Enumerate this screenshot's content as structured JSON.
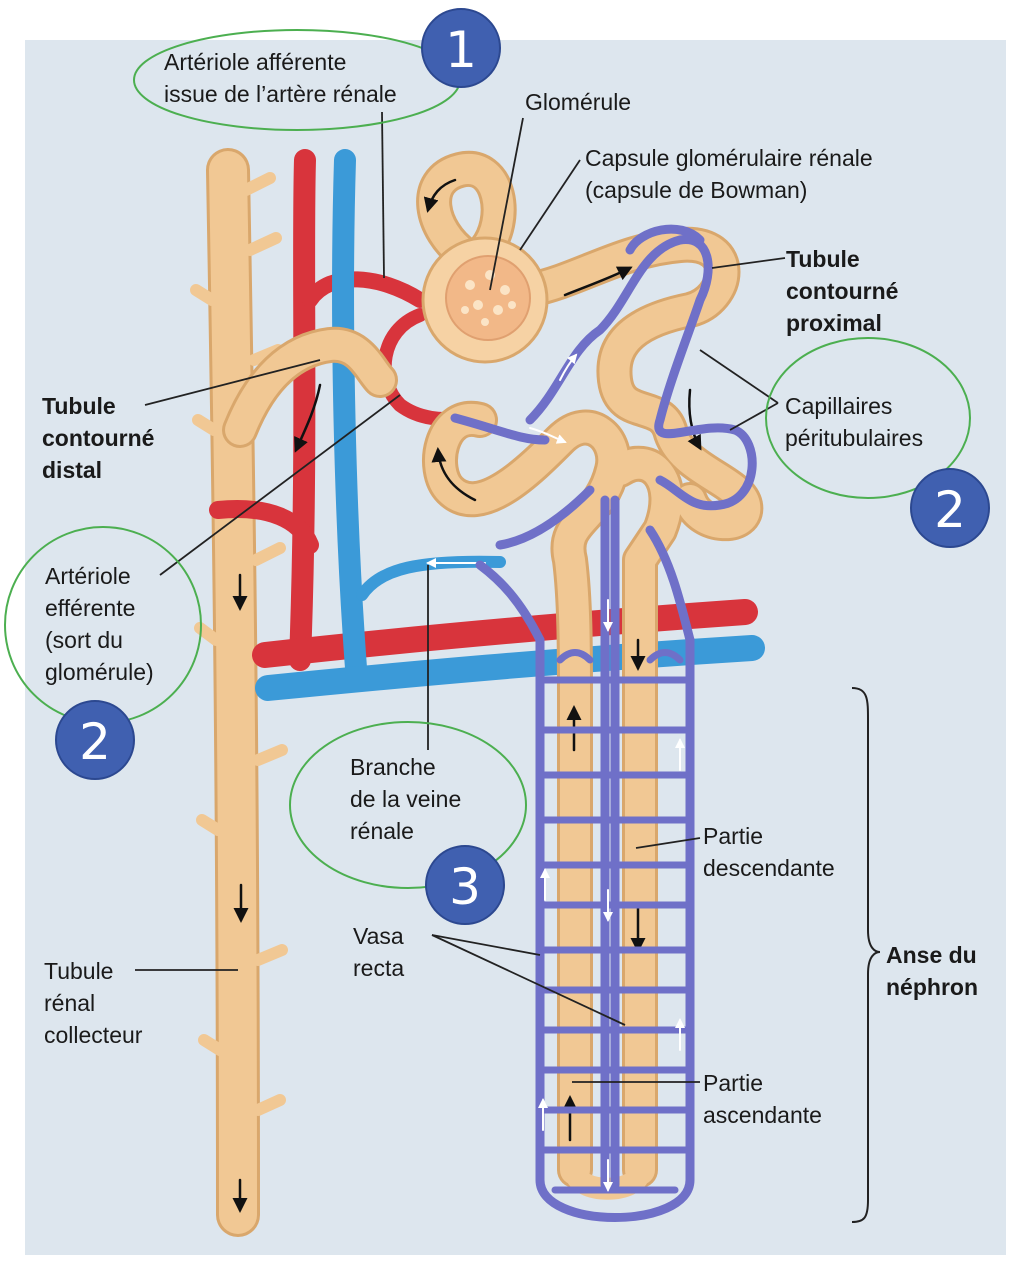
{
  "labels": {
    "arteriole_afferente_1": "Artériole afférente",
    "arteriole_afferente_2": "issue de l’artère rénale",
    "glomerule": "Glomérule",
    "capsule_1": "Capsule glomérulaire rénale",
    "capsule_2": "(capsule de Bowman)",
    "tcp_1": "Tubule",
    "tcp_2": "contourné",
    "tcp_3": "proximal",
    "capillaires_1": "Capillaires",
    "capillaires_2": "péritubulaires",
    "tcd_1": "Tubule",
    "tcd_2": "contourné",
    "tcd_3": "distal",
    "efferente_1": "Artériole",
    "efferente_2": "efférente",
    "efferente_3": "(sort du",
    "efferente_4": "glomérule)",
    "veine_1": "Branche",
    "veine_2": "de la veine",
    "veine_3": "rénale",
    "descendante_1": "Partie",
    "descendante_2": "descendante",
    "vasa_1": "Vasa",
    "vasa_2": "recta",
    "anse_1": "Anse du",
    "anse_2": "néphron",
    "collecteur_1": "Tubule",
    "collecteur_2": "rénal",
    "collecteur_3": "collecteur",
    "ascendante_1": "Partie",
    "ascendante_2": "ascendante"
  },
  "badges": {
    "b1": "1",
    "b2_right": "2",
    "b2_left": "2",
    "b3": "3"
  },
  "colors": {
    "background": "#dde6ee",
    "tubule": "#f1c894",
    "artery": "#d8343c",
    "vein": "#3b9ad8",
    "capillary": "#6f70c8",
    "circle": "#4caf50",
    "badge": "#4060b0"
  }
}
